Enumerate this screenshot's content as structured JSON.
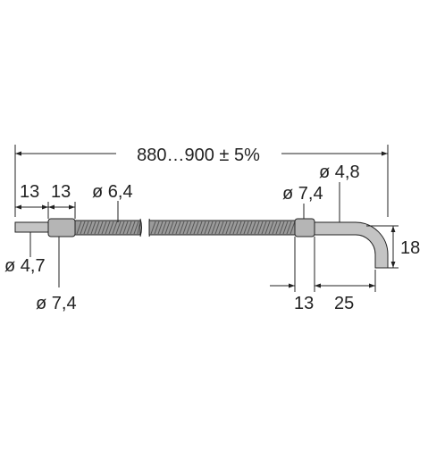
{
  "diagram": {
    "total_length": "880…900 ± 5%",
    "left_end": {
      "length_1": "13",
      "length_2": "13",
      "tube_diameter": "ø 4,7",
      "sleeve_diameter": "ø 7,4"
    },
    "hose_diameter": "ø 6,4",
    "right_end": {
      "sleeve_diameter": "ø 7,4",
      "tube_diameter": "ø 4,8",
      "sleeve_length": "13",
      "bend_length": "25",
      "bend_height": "18"
    },
    "colors": {
      "tube": "#c4c4c4",
      "sleeve": "#b5b5b5",
      "hose": "#9a9a9a",
      "line": "#222222",
      "background": "#ffffff"
    }
  }
}
